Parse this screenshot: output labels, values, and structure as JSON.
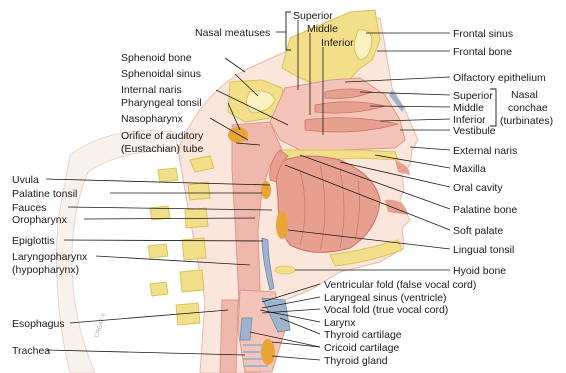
{
  "labels": {
    "nasal_meatuses": "Nasal meatuses",
    "superior_meatus": "Superior",
    "middle_meatus": "Middle",
    "inferior_meatus": "Inferior",
    "frontal_sinus": "Frontal sinus",
    "frontal_bone": "Frontal bone",
    "sphenoid_bone": "Sphenoid bone",
    "sphenoidal_sinus": "Sphenoidal sinus",
    "internal_naris": "Internal naris",
    "pharyngeal_tonsil": "Pharyngeal tonsil",
    "nasopharynx": "Nasopharynx",
    "orifice_line1": "Orifice of auditory",
    "orifice_line2": "(Eustachian) tube",
    "olfactory_epithelium": "Olfactory epithelium",
    "superior_concha": "Superior",
    "middle_concha": "Middle",
    "inferior_concha": "Inferior",
    "nasal_conchae_line1": "Nasal",
    "nasal_conchae_line2": "conchae",
    "nasal_conchae_line3": "(turbinates)",
    "vestibule": "Vestibule",
    "external_naris": "External naris",
    "maxilla": "Maxilla",
    "oral_cavity": "Oral cavity",
    "palatine_bone": "Palatine bone",
    "soft_palate": "Soft palate",
    "lingual_tonsil": "Lingual tonsil",
    "hyoid_bone": "Hyoid bone",
    "uvula": "Uvula",
    "palatine_tonsil": "Palatine tonsil",
    "fauces": "Fauces",
    "oropharynx": "Oropharynx",
    "epiglottis": "Epiglottis",
    "laryngopharynx_line1": "Laryngopharynx",
    "laryngopharynx_line2": "(hypopharynx)",
    "esophagus": "Esophagus",
    "trachea": "Trachea",
    "ventricular_fold": "Ventricular fold (false vocal cord)",
    "laryngeal_sinus": "Laryngeal sinus (ventricle)",
    "vocal_fold": "Vocal fold (true vocal cord)",
    "larynx": "Larynx",
    "thyroid_cartilage": "Thyroid cartilage",
    "cricoid_cartilage": "Cricoid cartilage",
    "thyroid_gland": "Thyroid gland"
  },
  "artist_signature": "CREAT-Y",
  "colors": {
    "bone": "#f2df8a",
    "bone_dark": "#d9c15a",
    "skin": "#fbe6dc",
    "skin_line": "#e9b9a8",
    "mucosa": "#f0b8ac",
    "muscle": "#e7a08f",
    "muscle_dark": "#c97363",
    "tonsil": "#e8a437",
    "cartilage": "#9fb3cf",
    "line": "#1a1a1a"
  }
}
